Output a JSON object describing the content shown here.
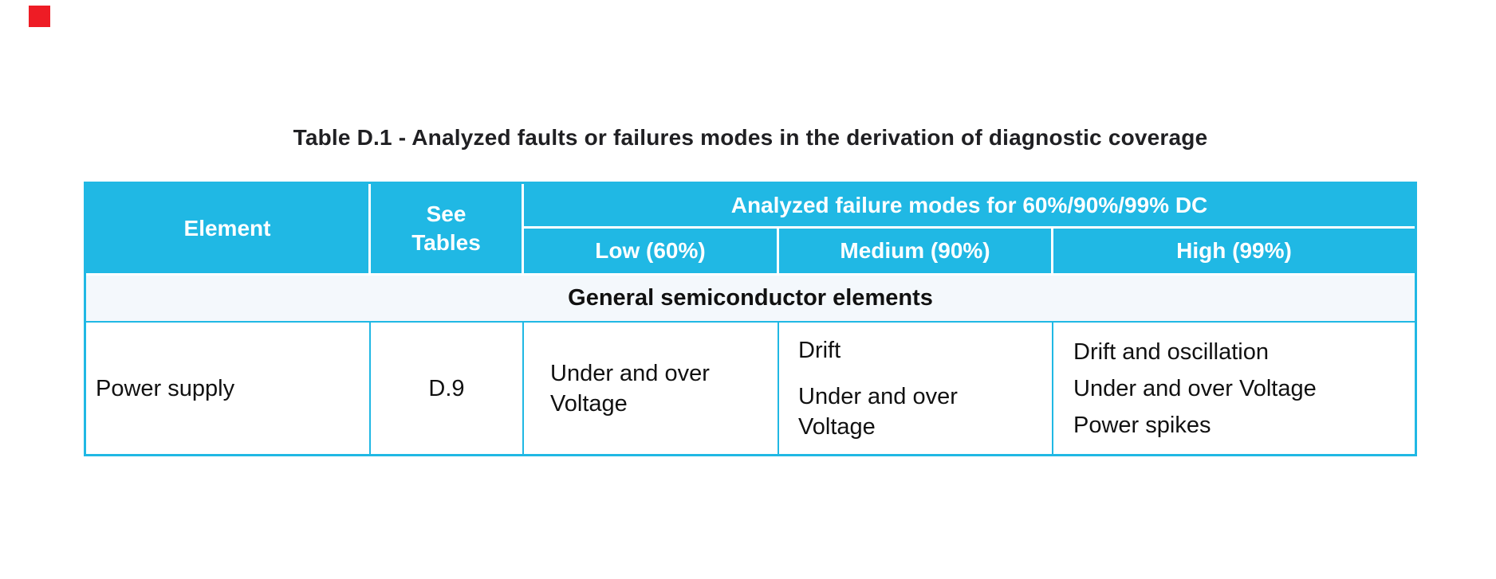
{
  "marker": {
    "color": "#ee1c25"
  },
  "title": "Table D.1 - Analyzed faults or failures modes in the derivation of diagnostic coverage",
  "table": {
    "header": {
      "element": "Element",
      "see_tables": "See\nTables",
      "analyzed": "Analyzed failure modes for 60%/90%/99% DC",
      "low": "Low (60%)",
      "medium": "Medium (90%)",
      "high": "High (99%)"
    },
    "section": "General semiconductor elements",
    "row": {
      "element": "Power supply",
      "see_tables": "D.9",
      "low": "Under and over\nVoltage",
      "medium": [
        "Drift",
        "Under and over\nVoltage"
      ],
      "high": [
        "Drift and oscillation",
        "Under and over Voltage",
        "Power spikes"
      ]
    },
    "colors": {
      "header_bg": "#20b8e4",
      "header_text": "#ffffff",
      "section_bg": "#f4f8fc",
      "border": "#20b8e4",
      "body_text": "#111111",
      "title_text": "#202023"
    }
  }
}
